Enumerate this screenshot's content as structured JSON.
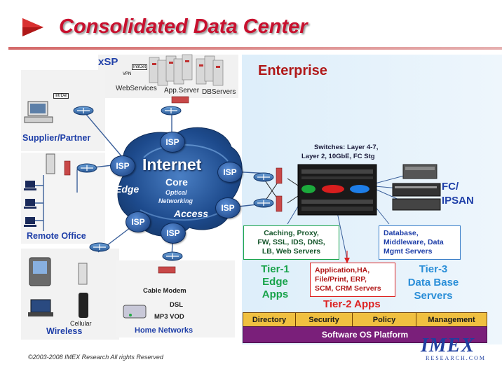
{
  "title": "Consolidated Data Center",
  "xsp": {
    "label": "xSP",
    "web_services": "WebServices",
    "app_server": "App.Server",
    "db_servers": "DBServers",
    "vpn": "VPN",
    "intrdet": "IntrDet"
  },
  "enterprise": {
    "label": "Enterprise"
  },
  "switches": {
    "line1": "Switches: Layer 4-7,",
    "line2": "Layer 2, 10GbE,  FC Stg"
  },
  "fc_ipsan": {
    "line1": "FC/",
    "line2": "IPSAN"
  },
  "left_sites": {
    "supplier": "Supplier/Partner",
    "remote_office": "Remote Office",
    "wireless": "Wireless",
    "cellular": "Cellular",
    "intrdet": "IntrDet"
  },
  "internet": {
    "label": "Internet",
    "core": "Core",
    "optical": "Optical",
    "networking": "Networking",
    "edge": "Edge",
    "access": "Access",
    "isp": "ISP"
  },
  "home_networks": {
    "label": "Home Networks",
    "cable_modem": "Cable Modem",
    "dsl": "DSL",
    "mp3_vod": "MP3  VOD"
  },
  "tier1": {
    "box_lines": [
      "Caching, Proxy,",
      "FW, SSL, IDS, DNS,",
      "LB, Web Servers"
    ],
    "label_lines": [
      "Tier-1",
      "Edge",
      "Apps"
    ]
  },
  "tier2": {
    "box_lines": [
      "Application,HA,",
      "File/Print, ERP,",
      "SCM, CRM Servers"
    ],
    "label": "Tier-2 Apps"
  },
  "tier3": {
    "box_lines": [
      "Database,",
      "Middleware, Data",
      "Mgmt Servers"
    ],
    "label_lines": [
      "Tier-3",
      "Data Base",
      "Servers"
    ]
  },
  "platform": {
    "cells": [
      "Directory",
      "Security",
      "Policy",
      "Management"
    ],
    "software_os": "Software OS Platform"
  },
  "footer": {
    "copyright": "©2003-2008  IMEX Research All rights Reserved",
    "logo": "IMEX",
    "logo_sub": "RESEARCH.COM"
  },
  "colors": {
    "title_red": "#c8102e",
    "label_blue": "#1f3fa8",
    "tier_green": "#18a34a",
    "tier_red": "#d22222",
    "cloud_blue": "#1d4a8c",
    "platform_purple": "#7a1f7a",
    "platform_gold": "#f0c040"
  }
}
